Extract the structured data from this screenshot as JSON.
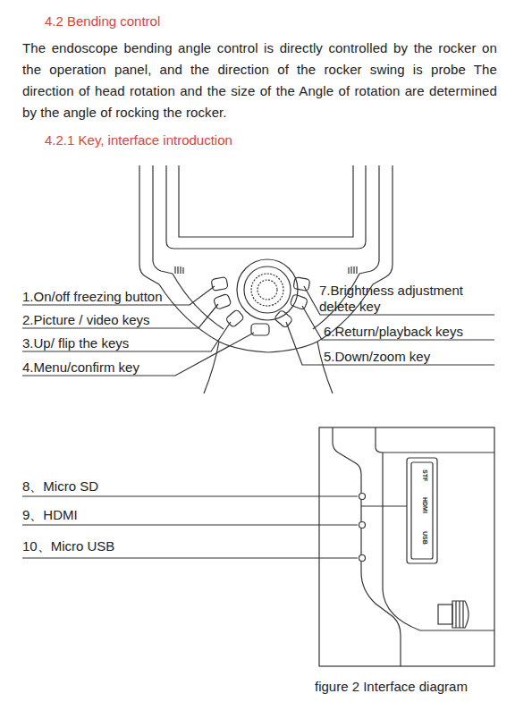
{
  "diagram": {
    "title": "4.2 Bending control",
    "caption": "figure 2 Interface diagram",
    "labels": [
      "The endoscope bending angle control is directly controlled by the rocker on the operation panel, and the direction of the rocker swing is probe The direction of head rotation and the size of the Angle of rotation are determined by the angle of rocking the rocker.",
      "4.2.1 Key, interface introduction",
      "1.On/off freezing button",
      "2.Picture / video keys",
      "3.Up/ flip the keys",
      "4.Menu/confirm key",
      "7.Brightness adjustment delete key",
      "6.Return/playback keys",
      "5.Down/zoom key",
      "8、Micro SD",
      "9、HDMI",
      "10、Micro USB",
      "STF",
      "HDMI",
      "USB"
    ]
  }
}
